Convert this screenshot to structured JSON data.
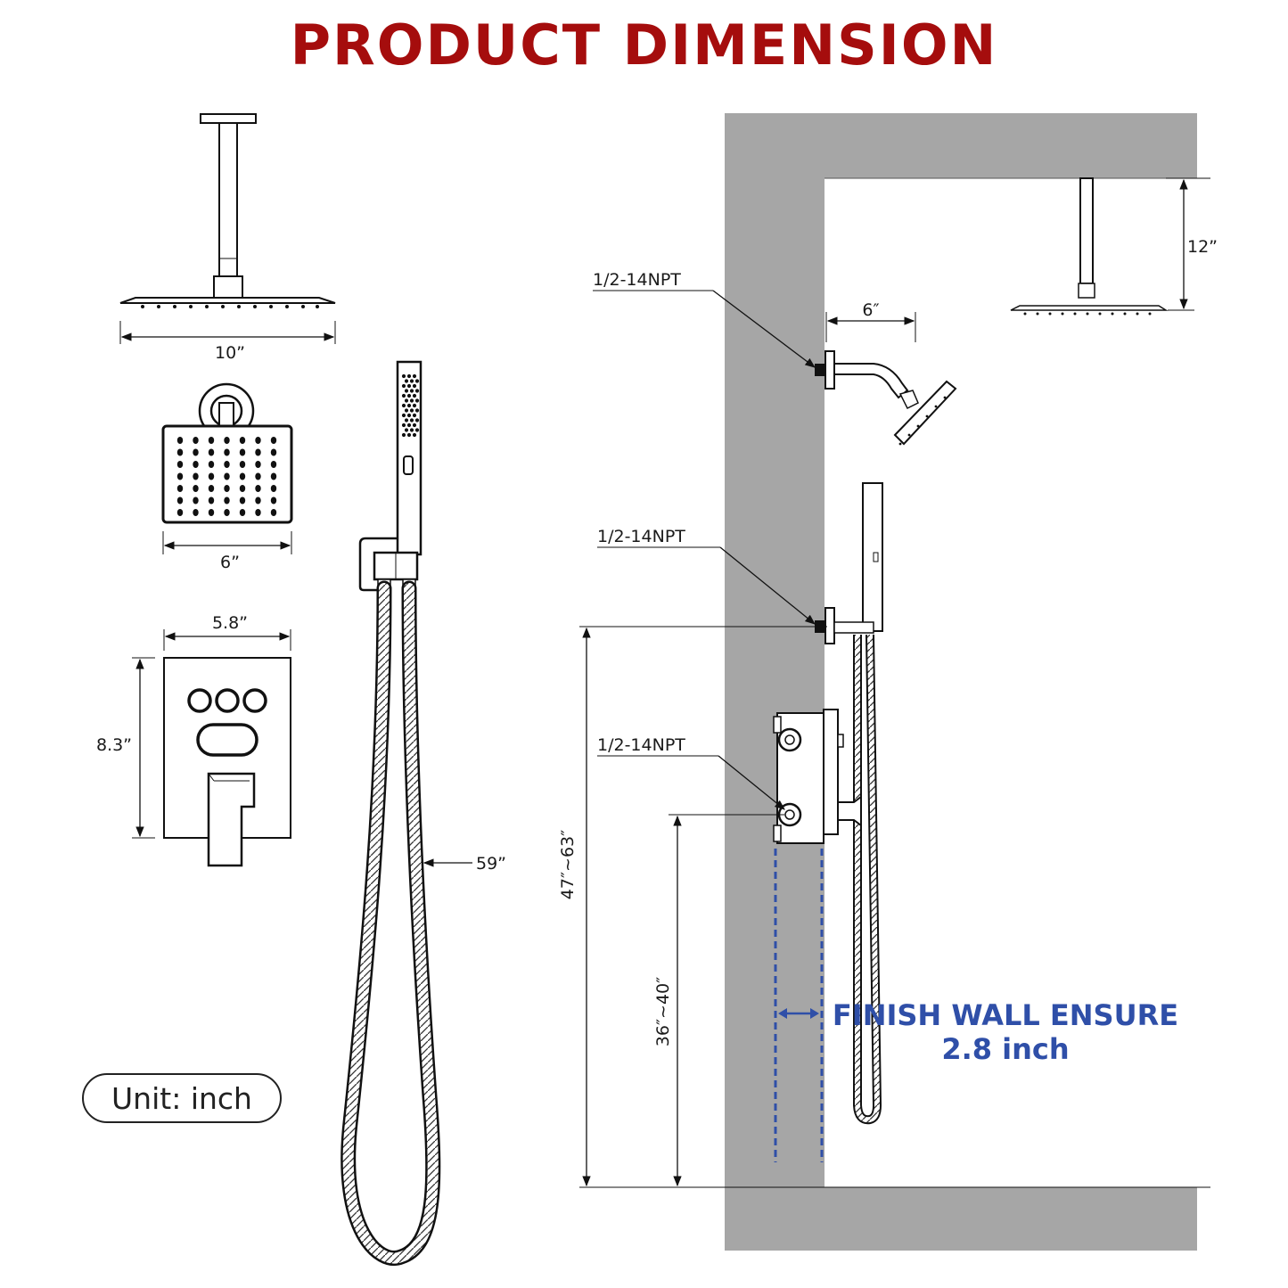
{
  "title": "PRODUCT DIMENSION",
  "unit_label": "Unit: inch",
  "dims": {
    "rain_head_width": "10”",
    "small_head_width": "6”",
    "valve_width": "5.8”",
    "valve_height": "8.3”",
    "hose_length": "59”",
    "arm_length": "6″",
    "ceiling_drop": "12”",
    "handle_height": "47″~63″",
    "valve_height_range": "36″~40″"
  },
  "npt_labels": [
    "1/2-14NPT",
    "1/2-14NPT",
    "1/2-14NPT"
  ],
  "finish_wall": {
    "line1": "FINISH WALL ENSURE",
    "line2": "2.8 inch"
  },
  "colors": {
    "title": "#a50d0d",
    "wall": "#a6a6a6",
    "accent": "#2f4fa8"
  }
}
